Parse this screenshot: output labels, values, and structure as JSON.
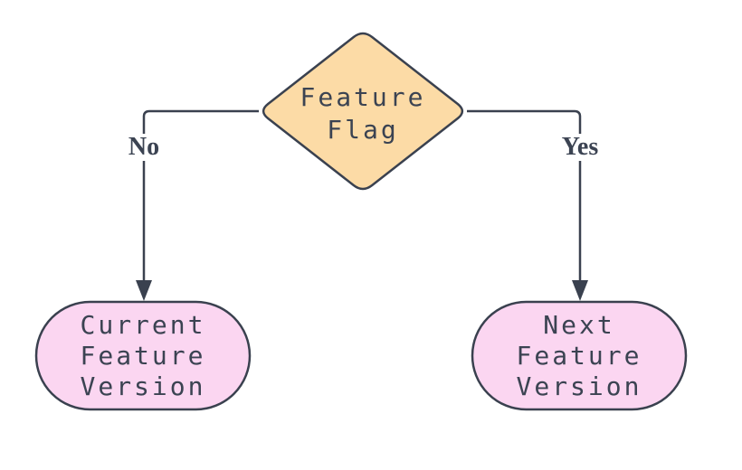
{
  "diagram": {
    "type": "flowchart",
    "background": "#ffffff",
    "stroke_color": "#3a414f",
    "text_color": "#3b4352",
    "decision": {
      "id": "feature-flag",
      "shape": "diamond",
      "label": "Feature\nFlag",
      "fill": "#fcdba6"
    },
    "edges": [
      {
        "from": "feature-flag",
        "to": "current-feature-version",
        "label": "No"
      },
      {
        "from": "feature-flag",
        "to": "next-feature-version",
        "label": "Yes"
      }
    ],
    "nodes": [
      {
        "id": "current-feature-version",
        "shape": "stadium",
        "label": "Current\nFeature\nVersion",
        "fill": "#fbd6f1"
      },
      {
        "id": "next-feature-version",
        "shape": "stadium",
        "label": "Next\nFeature\nVersion",
        "fill": "#fbd6f1"
      }
    ]
  }
}
